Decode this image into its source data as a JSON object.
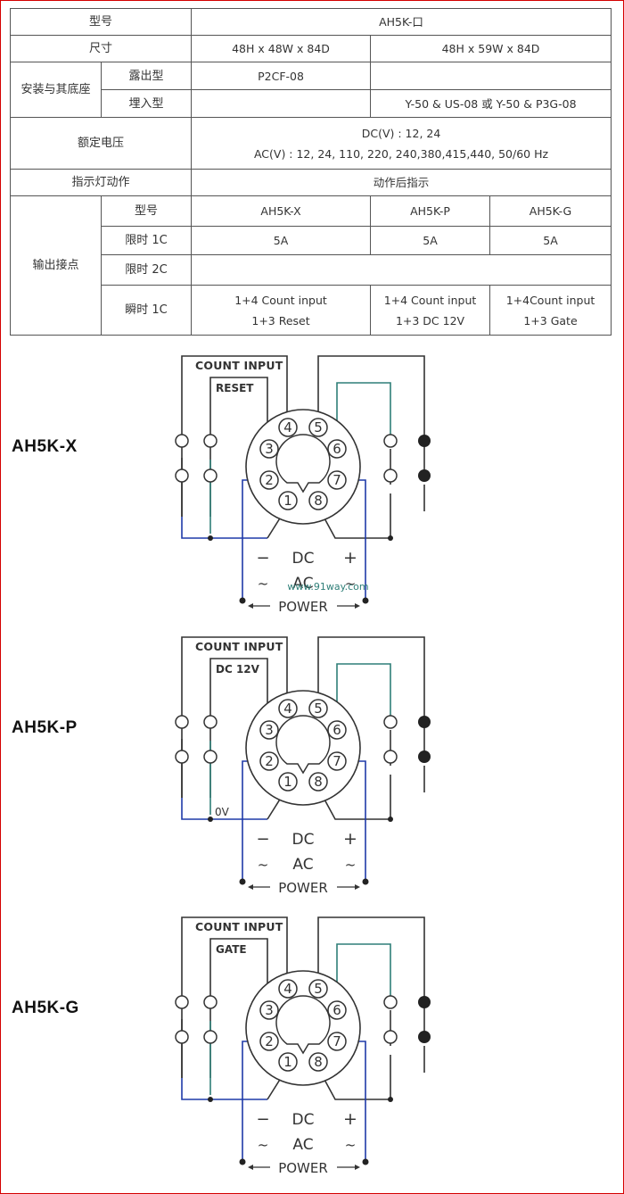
{
  "table": {
    "model_label": "型号",
    "model_value": "AH5K-口",
    "size_label": "尺寸",
    "size_a": "48H x 48W x 84D",
    "size_b": "48H x 59W x 84D",
    "mount_label": "安装与其底座",
    "surface_label": "露出型",
    "surface_a": "P2CF-08",
    "surface_b": "",
    "flush_label": "埋入型",
    "flush_a": "",
    "flush_b": "Y-50 & US-08 或 Y-50 & P3G-08",
    "voltage_label": "额定电压",
    "voltage_dc": "DC(V) : 12, 24",
    "voltage_ac": "AC(V) : 12, 24, 110, 220, 240,380,415,440, 50/60 Hz",
    "indicator_label": "指示灯动作",
    "indicator_value": "动作后指示",
    "output_label": "输出接点",
    "type_label": "型号",
    "types": [
      "AH5K-X",
      "AH5K-P",
      "AH5K-G"
    ],
    "timed1_label": "限时 1C",
    "timed1_values": [
      "5A",
      "5A",
      "5A"
    ],
    "timed2_label": "限时 2C",
    "inst_label": "瞬时 1C",
    "inst_values": [
      {
        "line1": "1+4 Count input",
        "line2": "1+3 Reset"
      },
      {
        "line1": "1+4 Count input",
        "line2": "1+3 DC 12V"
      },
      {
        "line1": "1+4Count input",
        "line2": "1+3 Gate"
      }
    ]
  },
  "diagrams": [
    {
      "model": "AH5K-X",
      "count_input": "COUNT INPUT",
      "aux_label": "RESET",
      "zero_v": "",
      "watermark": "www.91way.com"
    },
    {
      "model": "AH5K-P",
      "count_input": "COUNT INPUT",
      "aux_label": "DC 12V",
      "zero_v": "0V",
      "watermark": ""
    },
    {
      "model": "AH5K-G",
      "count_input": "COUNT INPUT",
      "aux_label": "GATE",
      "zero_v": "",
      "watermark": ""
    }
  ],
  "pins": [
    "1",
    "2",
    "3",
    "4",
    "5",
    "6",
    "7",
    "8"
  ],
  "power": {
    "minus": "−",
    "dc": "DC",
    "plus": "+",
    "tilde": "~",
    "ac": "AC",
    "label": "POWER"
  },
  "colors": {
    "frame": "#d40000",
    "wire_blue": "#1f3aa8",
    "wire_teal": "#2f7f78",
    "ink": "#333333"
  }
}
